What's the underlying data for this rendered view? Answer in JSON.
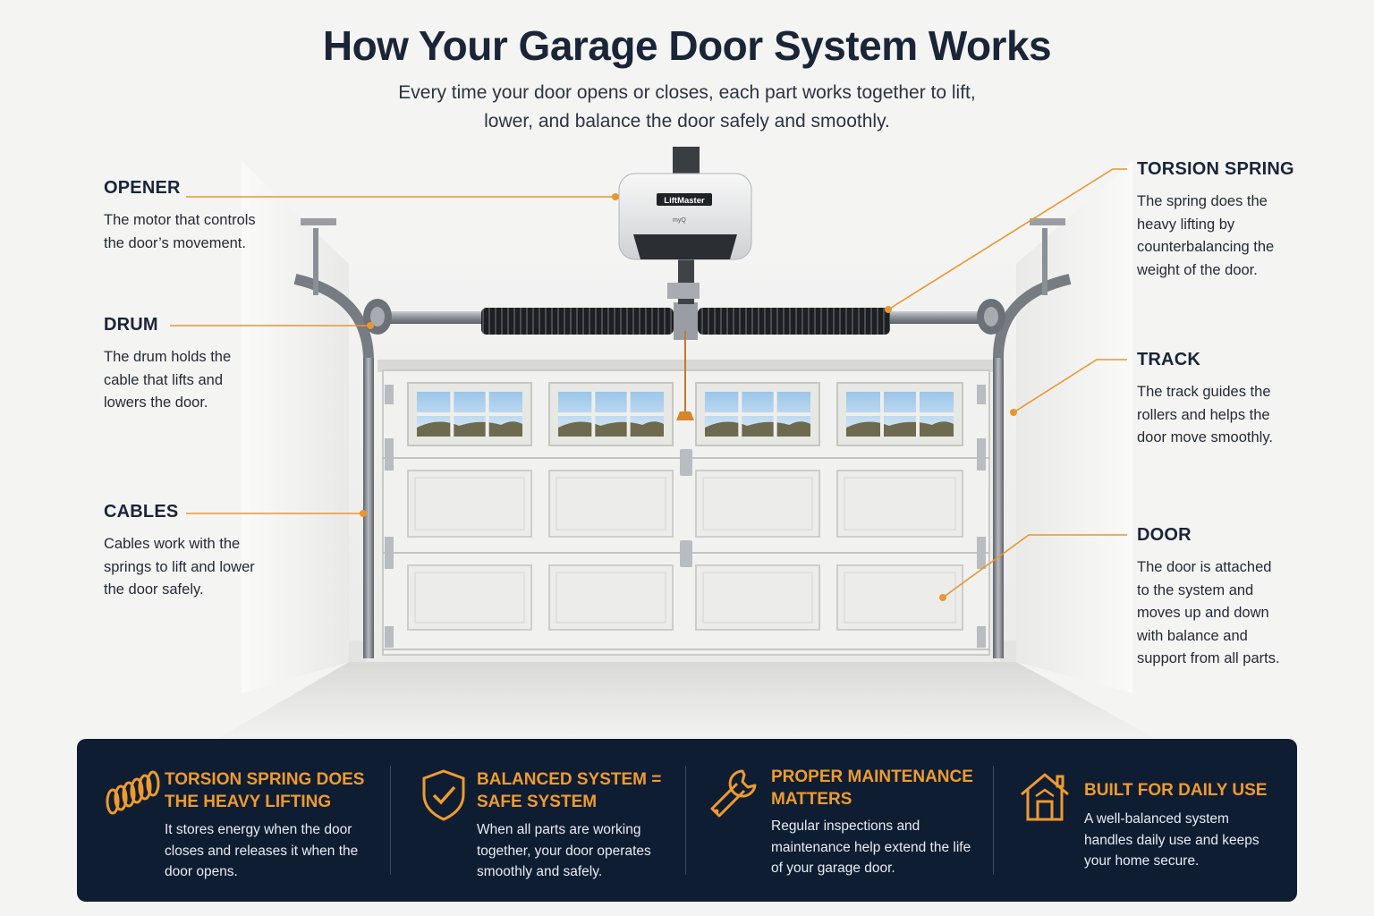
{
  "header": {
    "title": "How Your Garage Door System Works",
    "subtitle": "Every time your door opens or closes, each part works together to lift, lower, and balance the door safely and smoothly."
  },
  "opener_brand": "LiftMaster",
  "parts": [
    {
      "id": "opener",
      "name": "OPENER",
      "description": "The motor that controls the door’s movement."
    },
    {
      "id": "drum",
      "name": "DRUM",
      "description": "The drum holds the cable that lifts and lowers the door."
    },
    {
      "id": "cables",
      "name": "CABLES",
      "description": "Cables work with the springs to lift and lower the door safely."
    },
    {
      "id": "torsion-spring",
      "name": "TORSION SPRING",
      "description": "The spring does the heavy lifting by counterbalancing the weight of the door."
    },
    {
      "id": "track",
      "name": "TRACK",
      "description": "The track guides the rollers and helps the door move smoothly."
    },
    {
      "id": "door",
      "name": "DOOR",
      "description": "The door is attached to the system and moves up and down with balance and support from all parts."
    }
  ],
  "features": [
    {
      "icon": "spring-icon",
      "title": "TORSION SPRING DOES THE HEAVY LIFTING",
      "text": "It stores energy when the door closes and releases it when the door opens."
    },
    {
      "icon": "shield-check-icon",
      "title": "BALANCED SYSTEM = SAFE SYSTEM",
      "text": "When all parts are working together, your door operates smoothly and safely."
    },
    {
      "icon": "wrench-icon",
      "title": "PROPER MAINTENANCE MATTERS",
      "text": "Regular inspections and maintenance help extend the life of your garage door."
    },
    {
      "icon": "house-icon",
      "title": "BUILT FOR DAILY USE",
      "text": "A well-balanced system handles daily use and keeps your home secure."
    }
  ],
  "colors": {
    "accent": "#e8962e",
    "navy": "#0f1d33",
    "heading": "#1b2538"
  }
}
